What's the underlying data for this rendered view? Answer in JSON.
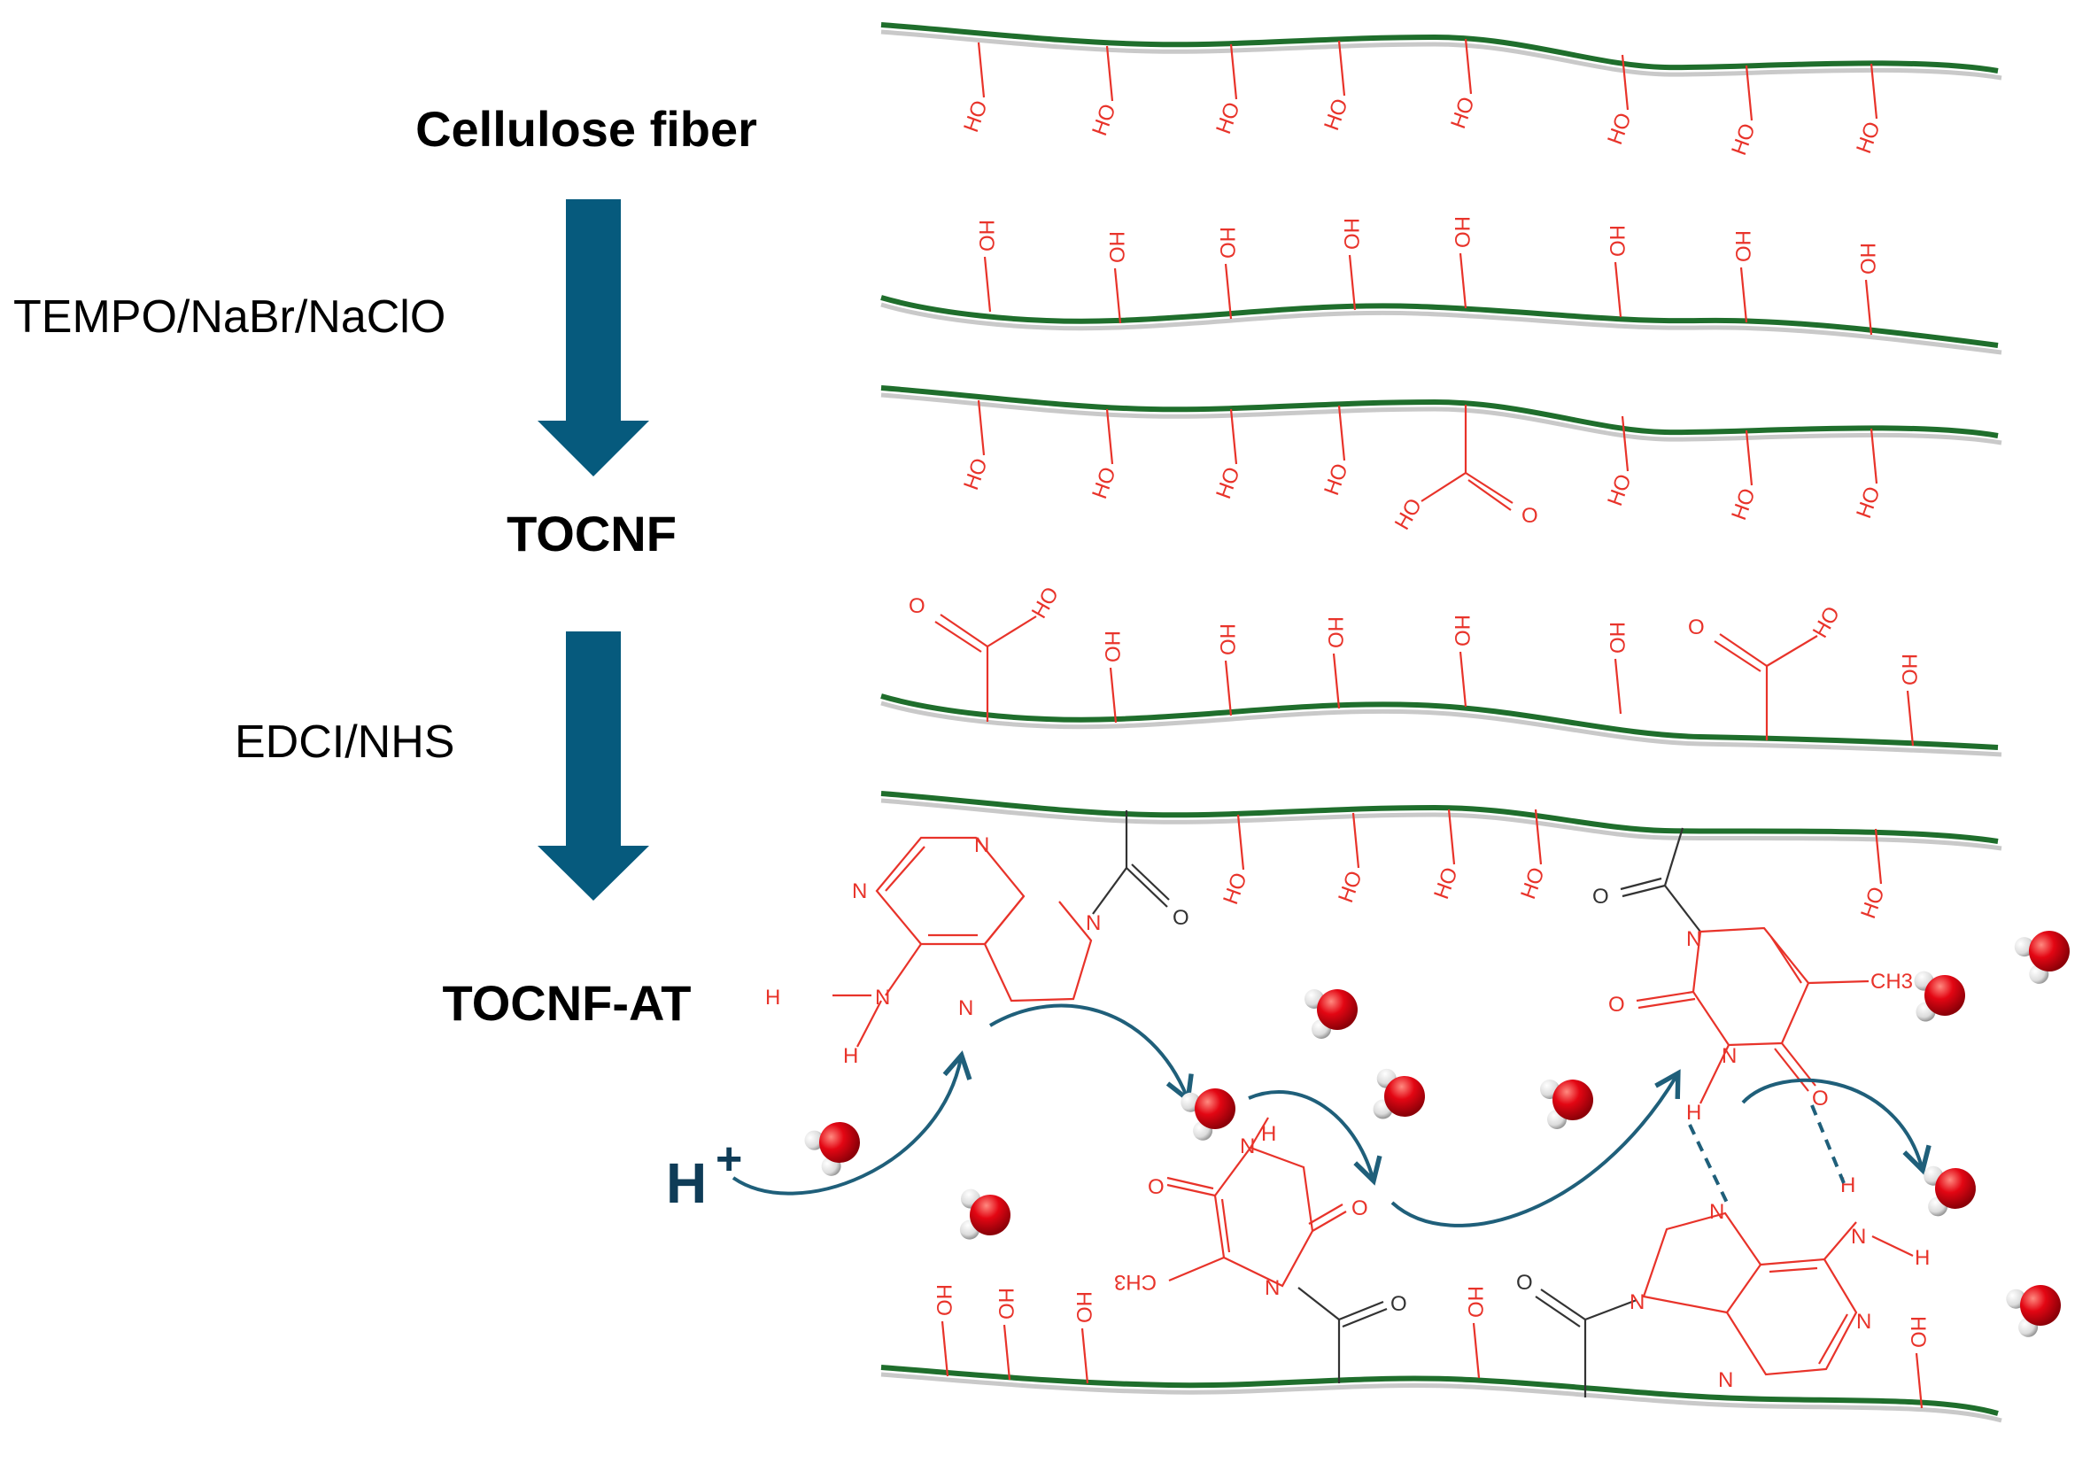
{
  "steps": {
    "cellulose": "Cellulose fiber",
    "reagent1": "TEMPO/NaBr/NaClO",
    "tocnf": "TOCNF",
    "reagent2": "EDCI/NHS",
    "tocnf_at": "TOCNF-AT"
  },
  "labels": {
    "hydroxyl": "HO",
    "proton": "H",
    "proton_charge": "+",
    "methyl": "CH3",
    "oxygen": "O",
    "nitrogen": "N",
    "hydrogen": "H"
  },
  "colors": {
    "arrow": "#065a7d",
    "fiber": "#1f6e2c",
    "chem": "#e8332a",
    "flow": "#1f5f7a",
    "water_o": "#e30613"
  }
}
